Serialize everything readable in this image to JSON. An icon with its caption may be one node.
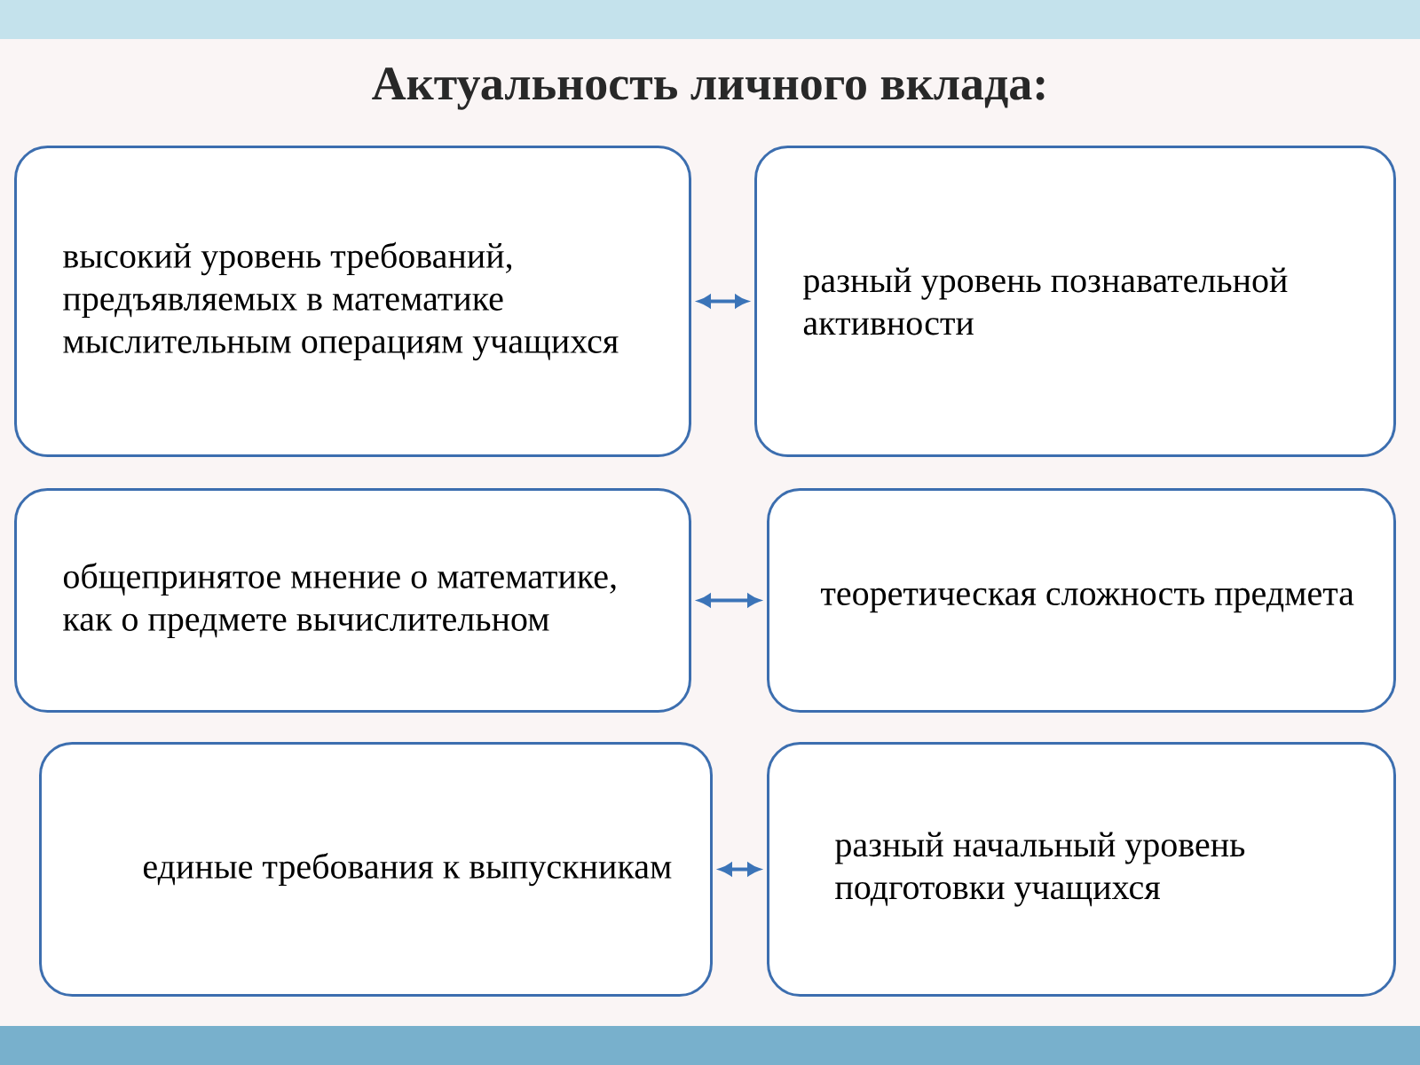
{
  "diagram": {
    "title": "Актуальность личного вклада:",
    "nodes": [
      {
        "text": [
          "высокий уровень требований, предъявляемых в математике мыслительным операциям учащихся"
        ]
      },
      {
        "text": [
          "разный уровень познавательной активности"
        ]
      },
      {
        "text": [
          "общепринятое мнение о математике, как о предмете вычислительном"
        ]
      },
      {
        "text": [
          "теоретическая сложность предмета"
        ]
      },
      {
        "text": [
          "единые требования к выпускникам"
        ]
      },
      {
        "text": [
          "разный начальный уровень подготовки учащихся"
        ]
      }
    ],
    "edges": [
      {
        "from": 0,
        "to": 1,
        "arrow": "both"
      },
      {
        "from": 2,
        "to": 3,
        "arrow": "both"
      },
      {
        "from": 4,
        "to": 5,
        "arrow": "both"
      }
    ]
  }
}
